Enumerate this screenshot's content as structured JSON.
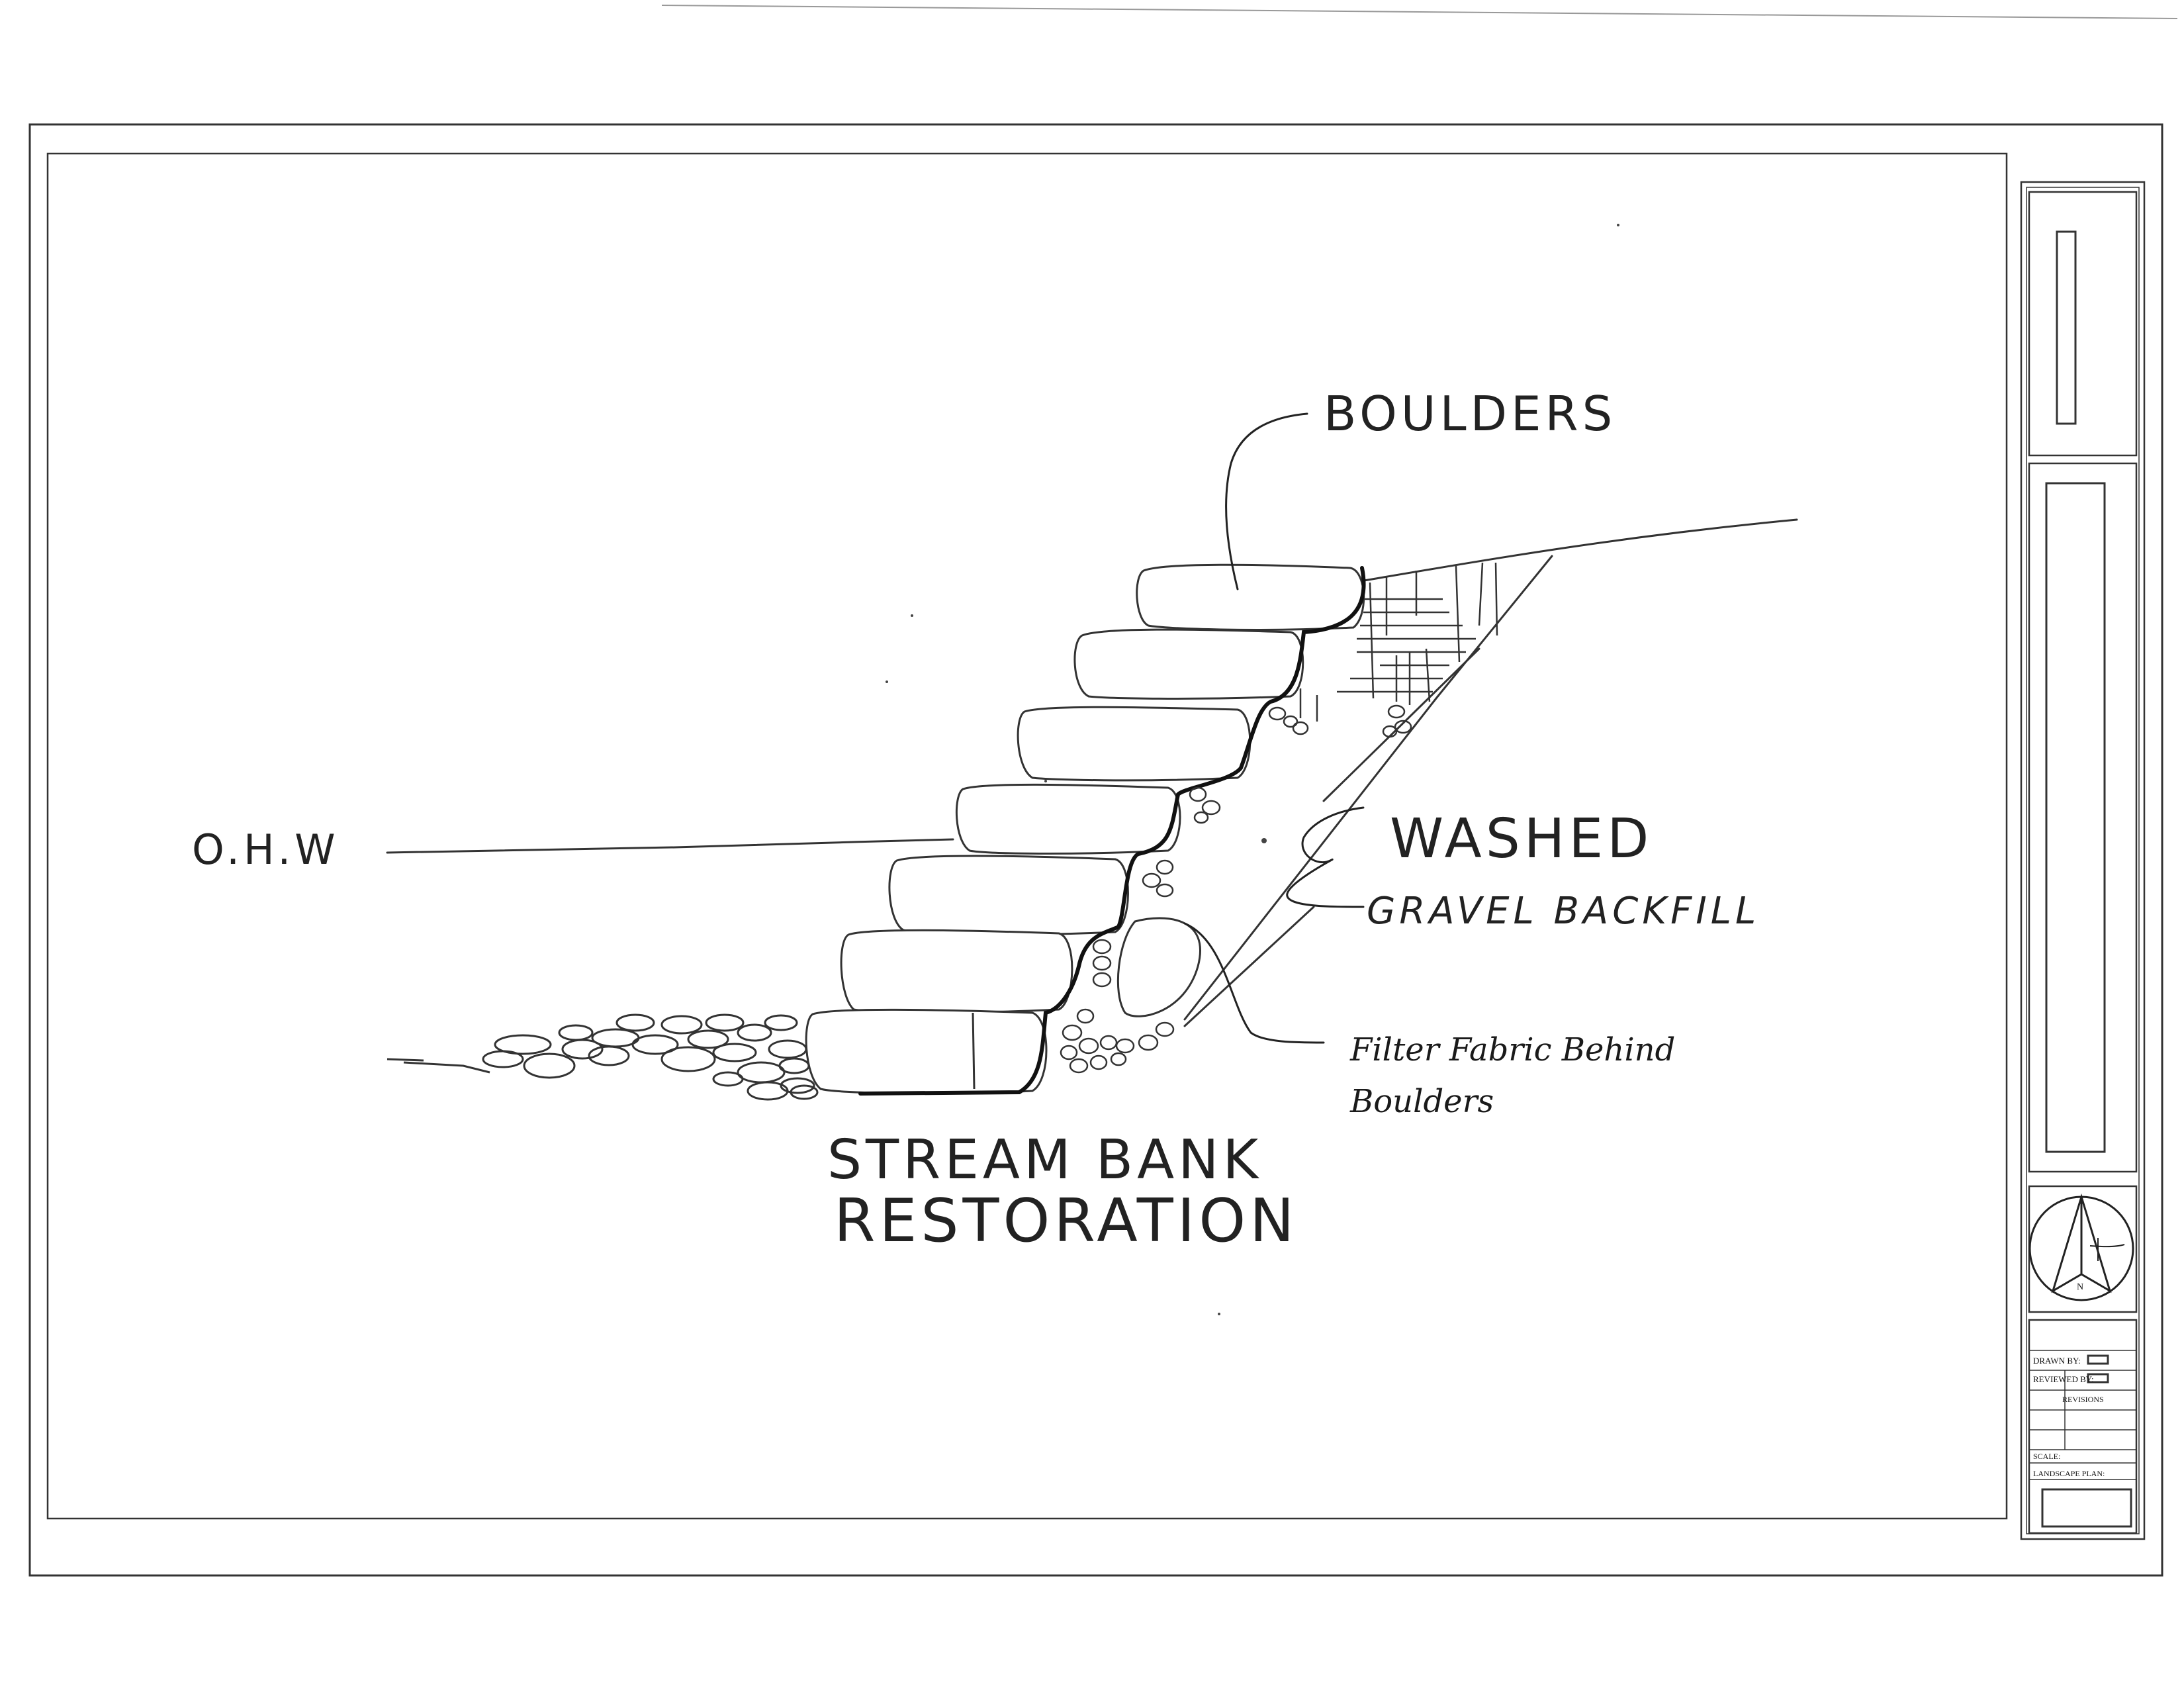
{
  "drawing": {
    "title_line1": "STREAM BANK",
    "title_line2": "RESTORATION",
    "labels": {
      "boulders": "BOULDERS",
      "ohw": "O.H.W",
      "washed": "WASHED",
      "gravel_backfill": "GRAVEL BACKFILL",
      "filter_fabric_line1": "Filter Fabric Behind",
      "filter_fabric_line2": "Boulders"
    }
  },
  "title_block": {
    "drawn_by": "DRAWN BY:",
    "reviewed_by": "REVIEWED BY:",
    "revisions": "REVISIONS",
    "scale": "SCALE:",
    "landscape_plan": "LANDSCAPE PLAN:"
  },
  "north_arrow": {
    "letter": "N",
    "icon": "north-arrow-icon"
  }
}
